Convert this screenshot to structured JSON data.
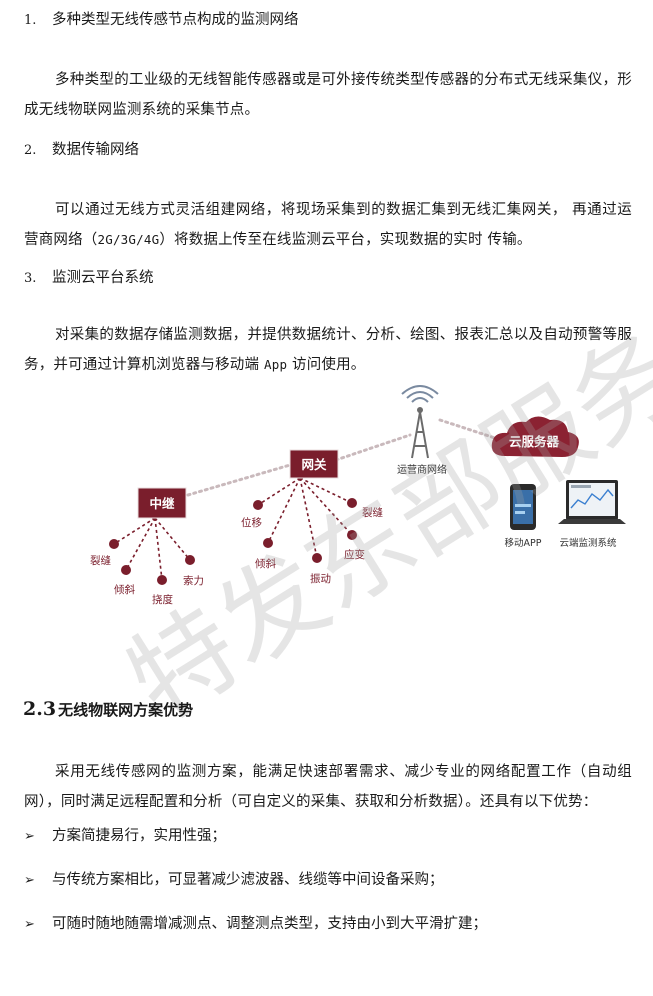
{
  "sections": [
    {
      "num": "1.",
      "title": "多种类型无线传感节点构成的监测网络"
    },
    {
      "num": "2.",
      "title": "数据传输网络"
    },
    {
      "num": "3.",
      "title": "监测云平台系统"
    }
  ],
  "paragraphs": {
    "p1": "多种类型的工业级的无线智能传感器或是可外接传统类型传感器的分布式无线采集仪，形成无线物联网监测系统的采集节点。",
    "p2_a": "可以通过无线方式灵活组建网络，将现场采集到的数据汇集到无线汇集网关，  再通过运营商网络（",
    "p2_b": "2G/3G/4G",
    "p2_c": "）将数据上传至在线监测云平台，实现数据的实时 传输。",
    "p3_a": "对采集的数据存储监测数据，并提供数据统计、分析、绘图、报表汇总以及自动预警等服务，并可通过计算机浏览器与移动端 ",
    "p3_b": "App",
    "p3_c": " 访问使用。"
  },
  "diagram": {
    "relay_label": "中继",
    "gateway_label": "网关",
    "tower_label": "运营商网络",
    "cloud_label": "云服务器",
    "phone_label": "移动APP",
    "laptop_label": "云端监测系统",
    "relay_sensors": [
      "裂缝",
      "倾斜",
      "挠度",
      "索力"
    ],
    "gateway_sensors": [
      "位移",
      "倾斜",
      "振动",
      "应变",
      "裂缝"
    ],
    "colors": {
      "node": "#7a1e2c",
      "cloud": "#8b2232",
      "line": "#7a1e2c"
    }
  },
  "section2": {
    "num": "2.3",
    "title": "无线物联网方案优势",
    "intro": "采用无线传感网的监测方案，能满足快速部署需求、减少专业的网络配置工作（自动组网），同时满足远程配置和分析（可自定义的采集、获取和分析数据）。还具有以下优势：",
    "bullets": [
      "方案简捷易行，实用性强；",
      "与传统方案相比，可显著减少滤波器、线缆等中间设备采购；",
      "可随时随地随需增减测点、调整测点类型，支持由小到大平滑扩建；"
    ],
    "bullet_marker": "➢"
  },
  "watermark": "特发东部服务"
}
